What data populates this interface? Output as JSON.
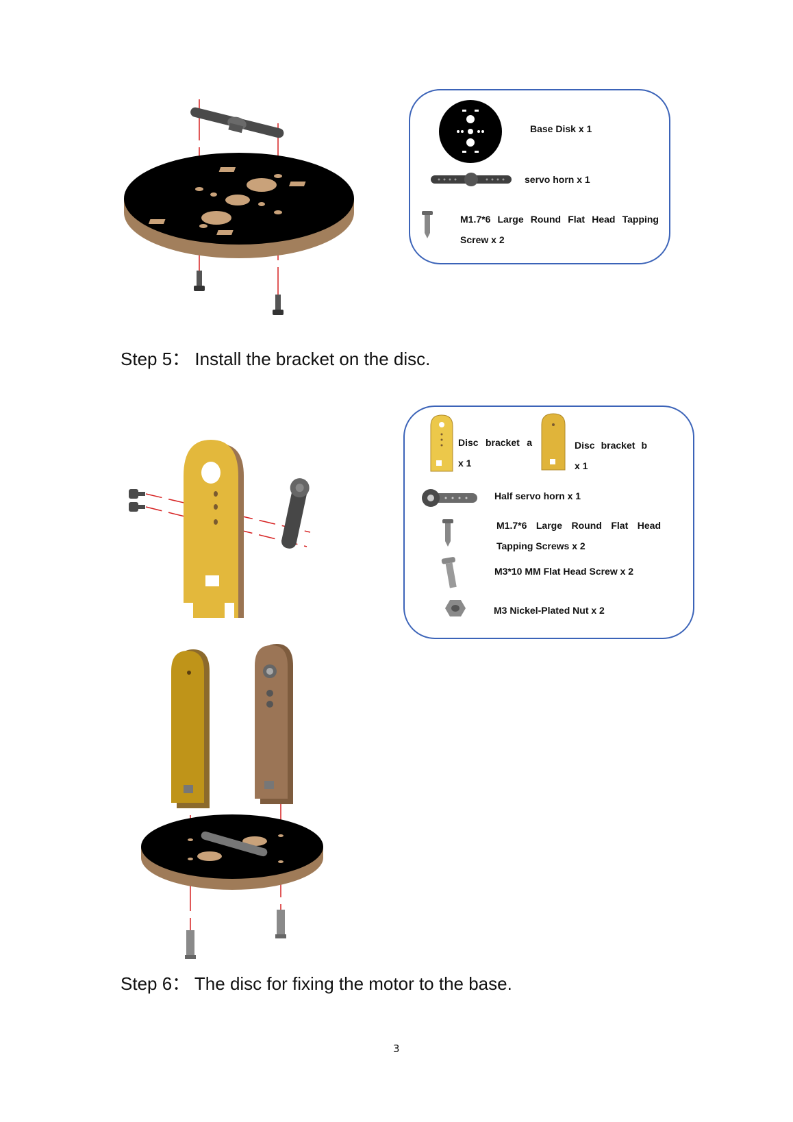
{
  "steps": {
    "step5": "Step 5： Install the bracket on the disc.",
    "step6": "Step 6： The disc for fixing the motor to the base."
  },
  "parts_list_1": {
    "base_disk": "Base Disk x 1",
    "servo_horn": "servo horn x 1",
    "screw_line1": "M1.7*6 Large Round Flat Head Tapping",
    "screw_line2": "Screw x 2"
  },
  "parts_list_2": {
    "bracket_a_line1": "Disc bracket a",
    "bracket_a_line2": "x 1",
    "bracket_b_line1": "Disc bracket b",
    "bracket_b_line2": "x 1",
    "half_servo_horn": "Half servo horn x 1",
    "tap_screw_line1": "M1.7*6 Large Round Flat Head",
    "tap_screw_line2": "Tapping Screws x 2",
    "flat_screw": "M3*10 MM Flat Head Screw x 2",
    "nut": "M3 Nickel-Plated Nut x 2"
  },
  "page_number": "3",
  "colors": {
    "box_border": "#3b63b8",
    "disc_black": "#000000",
    "wood": "#b08a63",
    "bracket_yellow": "#e3b83c",
    "guide_red": "#d62020"
  }
}
